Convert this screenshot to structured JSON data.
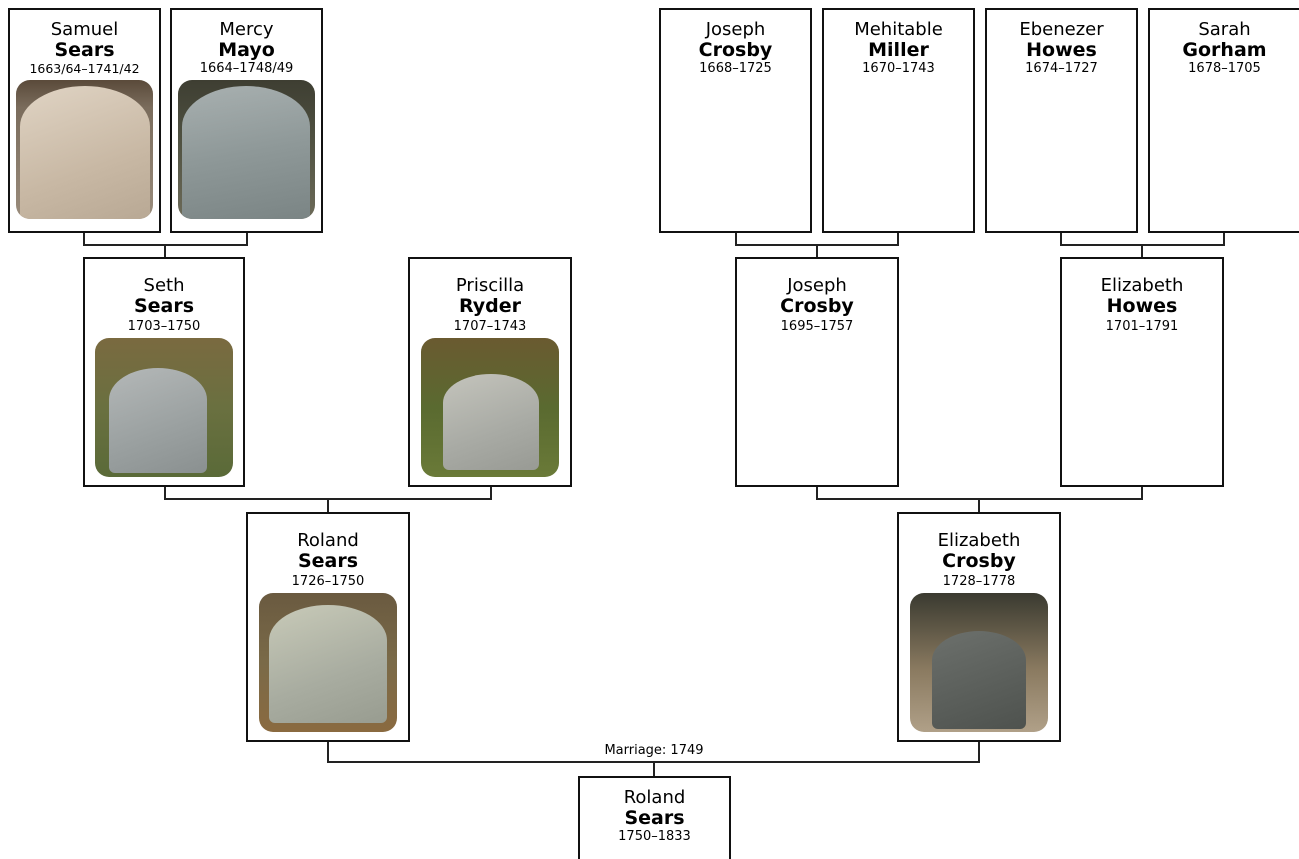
{
  "people": {
    "samuel_sears": {
      "given": "Samuel",
      "surname": "Sears",
      "dates": "1663/64–1741/42"
    },
    "mercy_mayo": {
      "given": "Mercy",
      "surname": "Mayo",
      "dates": "1664–1748/49"
    },
    "joseph_crosby_sr": {
      "given": "Joseph",
      "surname": "Crosby",
      "dates": "1668–1725"
    },
    "mehitable_miller": {
      "given": "Mehitable",
      "surname": "Miller",
      "dates": "1670–1743"
    },
    "ebenezer_howes": {
      "given": "Ebenezer",
      "surname": "Howes",
      "dates": "1674–1727"
    },
    "sarah_gorham": {
      "given": "Sarah",
      "surname": "Gorham",
      "dates": "1678–1705"
    },
    "seth_sears": {
      "given": "Seth",
      "surname": "Sears",
      "dates": "1703–1750"
    },
    "priscilla_ryder": {
      "given": "Priscilla",
      "surname": "Ryder",
      "dates": "1707–1743"
    },
    "joseph_crosby_jr": {
      "given": "Joseph",
      "surname": "Crosby",
      "dates": "1695–1757"
    },
    "elizabeth_howes": {
      "given": "Elizabeth",
      "surname": "Howes",
      "dates": "1701–1791"
    },
    "roland_sears_sr": {
      "given": "Roland",
      "surname": "Sears",
      "dates": "1726–1750"
    },
    "elizabeth_crosby": {
      "given": "Elizabeth",
      "surname": "Crosby",
      "dates": "1728–1778"
    },
    "roland_sears_jr": {
      "given": "Roland",
      "surname": "Sears",
      "dates": "1750–1833"
    }
  },
  "marriage": {
    "label": "Marriage: 1749"
  },
  "colors": {
    "line": "#222222",
    "border": "#111111",
    "background": "#ffffff"
  }
}
